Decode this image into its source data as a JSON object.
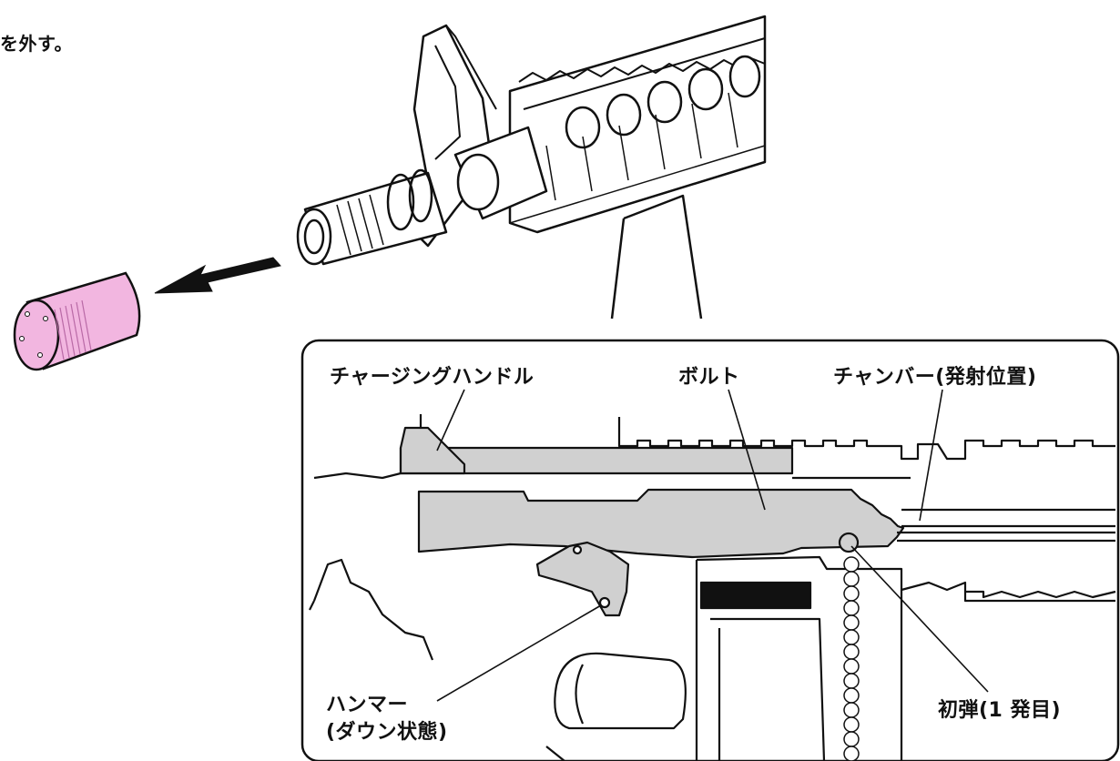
{
  "instruction_text": "を外す。",
  "labels": {
    "charging_handle": "チャージングハンドル",
    "bolt": "ボルト",
    "chamber": "チャンバー(発射位置)",
    "hammer_line1": "ハンマー",
    "hammer_line2": "(ダウン状態)",
    "first_round": "初弾(1 発目)"
  },
  "colors": {
    "cap_fill": "#f2b6e0",
    "part_gray": "#d0d0d0",
    "line": "#111111"
  }
}
